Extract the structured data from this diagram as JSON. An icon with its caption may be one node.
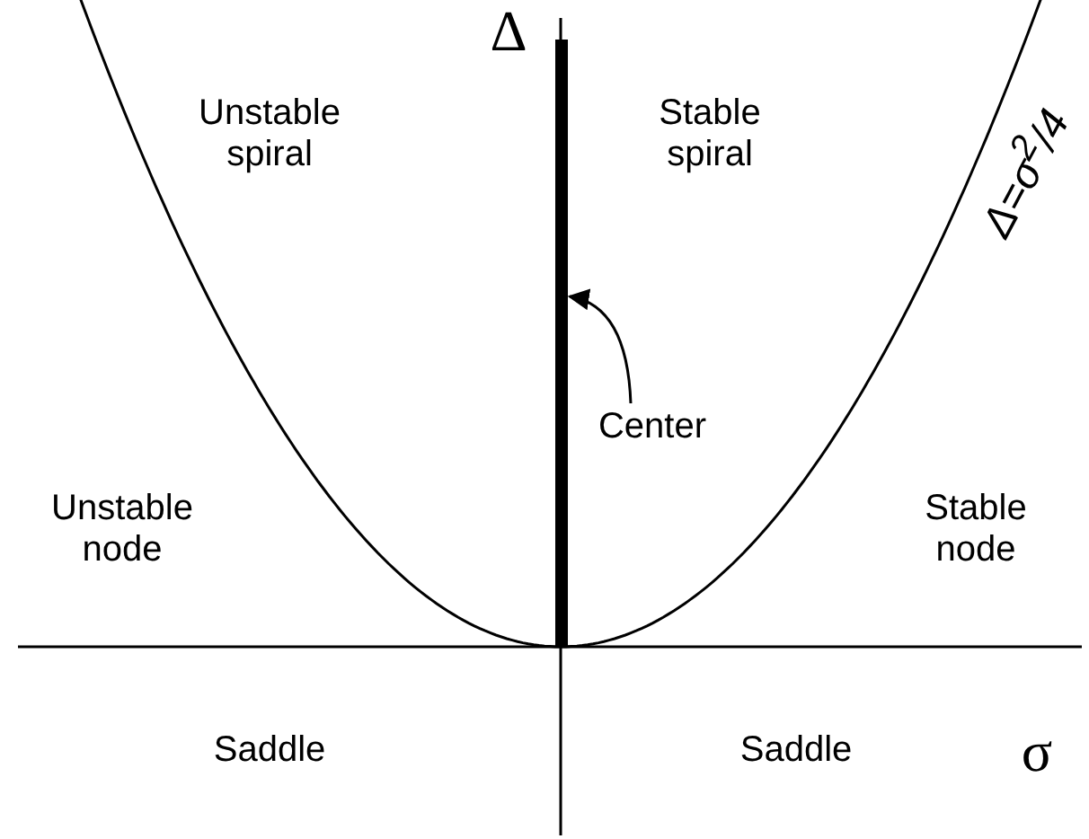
{
  "diagram": {
    "nodes": [
      {
        "text": [
          "Center"
        ]
      },
      {
        "text": [],
        "shape": "bar"
      }
    ],
    "edges": [
      {
        "from": 0,
        "to": 1,
        "arrow": "to"
      }
    ],
    "labels": [
      "Δ",
      "Unstable spiral",
      "Stable spiral",
      "Δ=σ$^{2}$/4",
      "Unstable node",
      "Stable node",
      "Saddle",
      "Saddle",
      "σ"
    ]
  }
}
